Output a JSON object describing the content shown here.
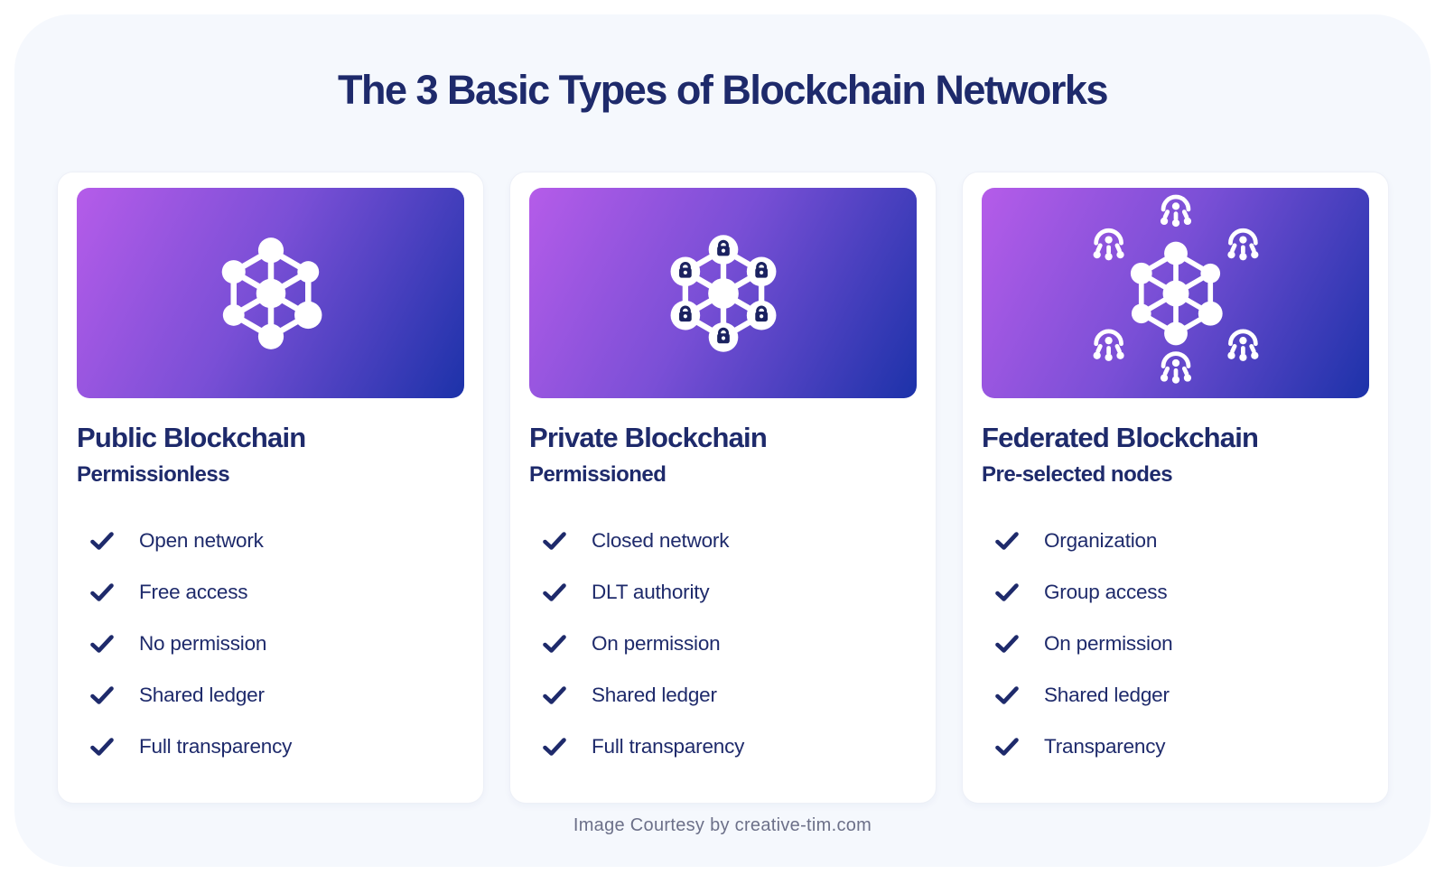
{
  "page": {
    "title": "The 3 Basic Types of Blockchain Networks",
    "footer_credit": "Image Courtesy by creative-tim.com"
  },
  "theme": {
    "navy_text": "#1e2a6b",
    "gradient_start": "#b55ce9",
    "gradient_end": "#1c32a9",
    "panel_background": "#f5f8fd",
    "card_background": "#ffffff",
    "icon_color": "#ffffff",
    "lock_glyph_color": "#1b2260",
    "check_color": "#1e2a6b",
    "footer_text_color": "#6c7089"
  },
  "cards": [
    {
      "title": "Public Blockchain",
      "subtitle": "Permissionless",
      "icon": "public-network-icon",
      "features": [
        "Open network",
        "Free access",
        "No permission",
        "Shared ledger",
        "Full transparency"
      ]
    },
    {
      "title": "Private Blockchain",
      "subtitle": "Permissioned",
      "icon": "private-locked-network-icon",
      "features": [
        "Closed network",
        "DLT authority",
        "On permission",
        "Shared ledger",
        "Full transparency"
      ]
    },
    {
      "title": "Federated Blockchain",
      "subtitle": "Pre-selected nodes",
      "icon": "federated-network-icon",
      "features": [
        "Organization",
        "Group access",
        "On permission",
        "Shared ledger",
        "Transparency"
      ]
    }
  ]
}
